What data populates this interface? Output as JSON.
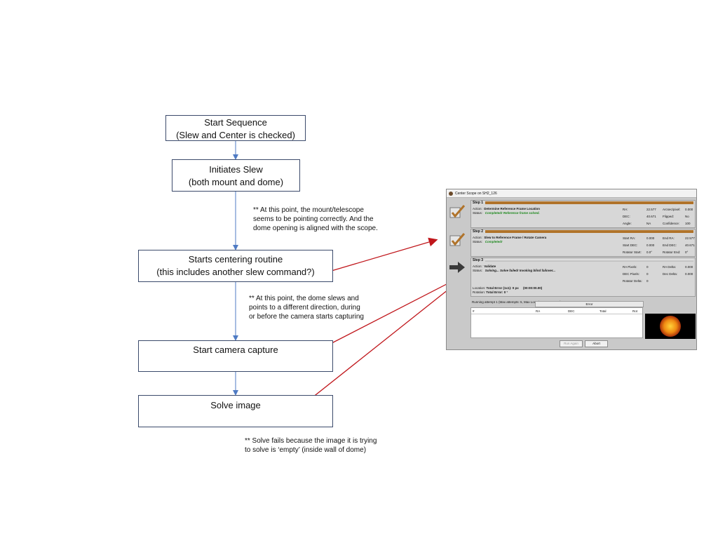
{
  "flow": {
    "start_sequence": [
      "Start Sequence",
      "(Slew and Center is checked)"
    ],
    "initiates_slew": [
      "Initiates Slew",
      "(both mount and dome)"
    ],
    "starts_centering": [
      "Starts centering routine",
      "(this includes another slew command?)"
    ],
    "start_capture": "Start camera capture",
    "solve_image": "Solve image"
  },
  "notes": {
    "note1": [
      "** At this point, the mount/telescope",
      "seems to be pointing correctly. And the",
      "dome opening is aligned with the scope."
    ],
    "note2": [
      "** At this point, the dome slews and",
      "points to a different direction, during",
      "or before the camera starts capturing"
    ],
    "note3": [
      "** Solve fails because the image it is trying",
      "to solve is ‘empty’ (inside wall of dome)"
    ]
  },
  "window": {
    "title": "Center Scope on SH2_126",
    "step1": {
      "label": "Step 1",
      "action_label": "Action:",
      "action": "Determine Reference Frame Location",
      "status_label": "Status:",
      "status": "Completed!  Reference frame solved.",
      "fields": [
        {
          "k": "RA:",
          "v": "22.577",
          "k2": "Arcsec/pixel:",
          "v2": "0.000"
        },
        {
          "k": "DEC:",
          "v": "40.671",
          "k2": "Flipped:",
          "v2": "No"
        },
        {
          "k": "Angle:",
          "v": "NA",
          "k2": "Confidence:",
          "v2": "100"
        }
      ]
    },
    "step2": {
      "label": "Step 2",
      "action_label": "Action:",
      "action": "Slew to Reference Frame / Rotate Camera",
      "status_label": "Status:",
      "status": "Completed!",
      "fields": [
        {
          "k": "Start RA:",
          "v": "0.000",
          "k2": "End RA:",
          "v2": "22.577"
        },
        {
          "k": "Start DEC:",
          "v": "0.000",
          "k2": "End DEC:",
          "v2": "40.671"
        },
        {
          "k": "Rotator Start:",
          "v": "0.0°",
          "k2": "Rotator End:",
          "v2": "0°"
        }
      ]
    },
    "step3": {
      "label": "Step 3",
      "action_label": "Action:",
      "action": "Validate",
      "status_label": "Status:",
      "status": "Solving...  Solve failed!  Invoking blind failover...",
      "fields": [
        {
          "k": "RA Pixels:",
          "v": "0",
          "k2": "RA Delta:",
          "v2": "0.000"
        },
        {
          "k": "DEC Pixels:",
          "v": "0",
          "k2": "Dec Delta:",
          "v2": "0.000"
        },
        {
          "k": "Rotator Delta:",
          "v": "0",
          "k2": "",
          "v2": ""
        }
      ],
      "location_label": "Location:",
      "total_error_label": "Total Error (1x1):",
      "total_error": "0 px",
      "time": "(00:00:00.00)",
      "rotation_label": "Rotation:",
      "rotation_error_label": "Total Error:",
      "rotation_error": "0 °"
    },
    "running": "Running attempt 1 (Max attempts: 5, Max Location Error: 50 px)...",
    "table": {
      "error_header": "Error",
      "columns": [
        "#",
        "RA",
        "DEC",
        "Total",
        "Rot"
      ]
    },
    "buttons": {
      "run_again": "Run Again",
      "abort": "Abort"
    }
  },
  "colors": {
    "box_border": "#3b4a6b",
    "connector": "#4f7bc4",
    "red_arrow": "#c0161b",
    "progress": "#b0732a",
    "status_green": "#1f8a1f"
  }
}
